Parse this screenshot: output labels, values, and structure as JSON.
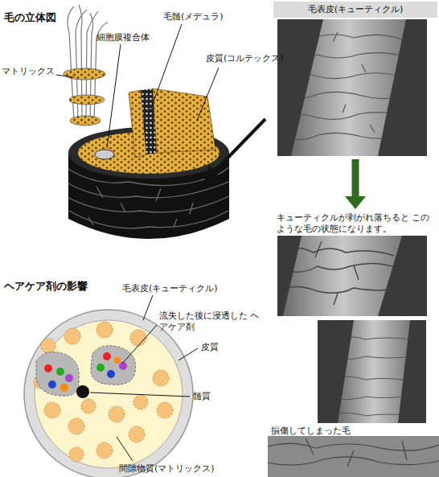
{
  "diagram": {
    "nodes": [
      {
        "text": [
          "毛表皮(キューティクル)"
        ]
      },
      {
        "text": [
          "キューティクルが剥がれ落ちると このような毛の状態になります。"
        ]
      },
      {
        "text": [
          "損傷してしまった毛"
        ]
      }
    ],
    "edges": [
      {
        "from": 0,
        "to": 1,
        "arrow": "to"
      }
    ],
    "labels": [
      "毛の立体図",
      "細胞膜複合体",
      "毛髄(メデュラ)",
      "皮質(コルテックス)",
      "マトリックス",
      "ヘアケア剤の影響",
      "毛表皮(キューティクル)",
      "流失した後に浸透した ヘアケア剤",
      "皮質",
      "髄質",
      "間隙物質(マトリックス)"
    ]
  }
}
